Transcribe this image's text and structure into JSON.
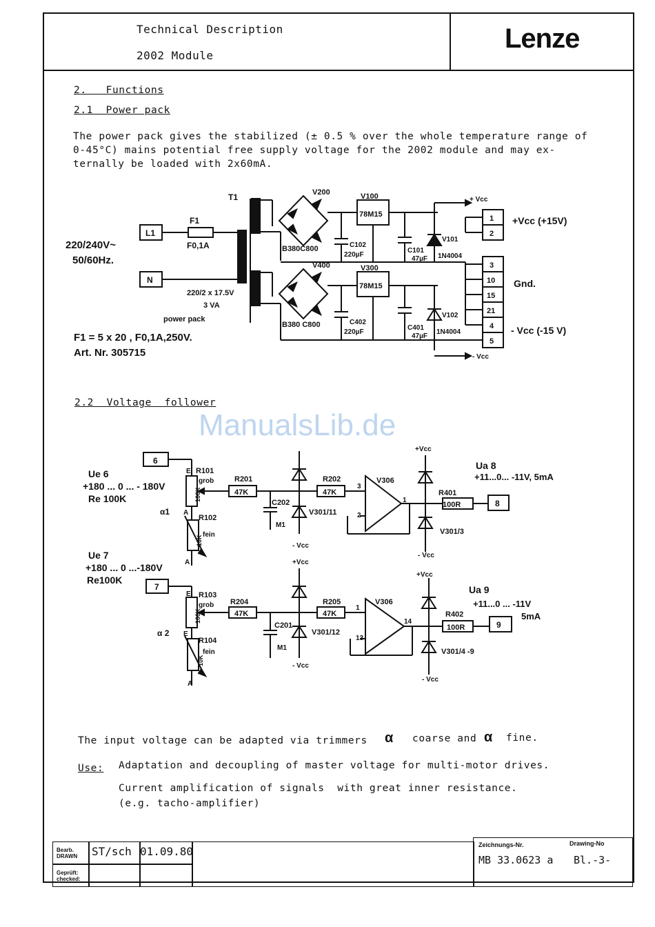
{
  "header": {
    "title": "Technical Description",
    "subtitle": "2002 Module",
    "logo": "Lenze"
  },
  "sections": {
    "functions": "2.   Functions",
    "power_pack": "2.1  Power pack",
    "power_pack_text": [
      "The power pack gives the stabilized (± 0.5 % over the whole temperature range of",
      "0-45°C) mains potential free supply voltage for the 2002 module and may ex-",
      "ternally be loaded with 2x60mA."
    ],
    "voltage_follower": "2.2  Voltage  follower",
    "input_text": [
      "The input voltage can be adapted via trimmers",
      "coarse and",
      "fine."
    ],
    "alpha_symbol": "α",
    "use_label": "Use:",
    "use_lines": [
      "Adaptation and decoupling of master voltage for multi-motor drives.",
      "Current amplification of signals  with great inner resistance.",
      "(e.g. tacho-amplifier)"
    ]
  },
  "power_schematic": {
    "mains_voltage": "220/240V~",
    "mains_freq": "50/60Hz.",
    "L1": "L1",
    "N": "N",
    "F1": "F1",
    "fuse_rating": "F0,1A",
    "T1": "T1",
    "sec_voltage": "220/2 x 17.5V",
    "power": "3 VA",
    "power_pack_label": "power pack",
    "fuse_spec": "F1 =  5 x 20 ,  F0,1A,250V.",
    "art_nr": "Art. Nr. 305715",
    "V200": "V200",
    "V400": "V400",
    "bridge1": "B380C800",
    "bridge2": "B380 C800",
    "V100": "V100",
    "V300": "V300",
    "reg1": "78M15",
    "reg2": "78M15",
    "C102": "C102",
    "C102_val": "220µF",
    "C402": "C402",
    "C402_val": "220µF",
    "C101": "C101",
    "C101_val": "47µF",
    "C401": "C401",
    "C401_val": "47µF",
    "V101": "V101",
    "V101_type": "1N4004",
    "V102": "V102",
    "V102_type": "1N4004",
    "plus_vcc": "+ Vcc",
    "minus_vcc": "- Vcc",
    "terminals": [
      "1",
      "2",
      "3",
      "10",
      "15",
      "21",
      "4",
      "5"
    ],
    "out_pos": "+Vcc (+15V)",
    "out_gnd": "Gnd.",
    "out_neg": "- Vcc (-15 V)"
  },
  "follower_schematic": {
    "ue6": "Ue 6",
    "ue6_range": "+180 ... 0 ... - 180V",
    "re6": "Re 100K",
    "ue7": "Ue 7",
    "ue7_range": "+180 ... 0 ...-180V",
    "re7": "Re100K",
    "t6": "6",
    "t7": "7",
    "t8": "8",
    "t9": "9",
    "R101": "R101",
    "R102": "R102",
    "R103": "R103",
    "R104": "R104",
    "grob": "grob",
    "fein": "fein",
    "pot_coarse": "100K",
    "pot_fine": "10K",
    "alpha1": "α1",
    "alpha2": "α 2",
    "R201": "R201",
    "R202": "R202",
    "R204": "R204",
    "R205": "R205",
    "val_47k": "47K",
    "C202": "C202",
    "C201": "C201",
    "M1": "M1",
    "V301_11": "V301/11",
    "V301_12": "V301/12",
    "V301_3": "V301/3",
    "V301_4_9": "V301/4 -9",
    "V306": "V306",
    "R401": "R401",
    "R402": "R402",
    "val_100r": "100R",
    "ua8": "Ua 8",
    "ua8_range": "+11...0... -11V, 5mA",
    "ua9": "Ua 9",
    "ua9_range": "+11...0 ... -11V",
    "ua9_current": "5mA",
    "plus_vcc": "+Vcc",
    "minus_vcc": "- Vcc",
    "pins": [
      "3",
      "2",
      "1",
      "1",
      "13",
      "14"
    ],
    "E": "E",
    "A": "A"
  },
  "footer": {
    "drawn_label": "Bearb. DRAWN",
    "drawn_by": "ST/sch",
    "date": "01.09.80",
    "checked_label": "Geprüft: checked:",
    "drawing_no_label": "Zeichnungs-Nr.",
    "drawing_no_label2": "Drawing-No",
    "drawing_no": "MB 33.0623 a",
    "sheet": "Bl.-3-"
  },
  "watermark": "ManualsLib.de"
}
